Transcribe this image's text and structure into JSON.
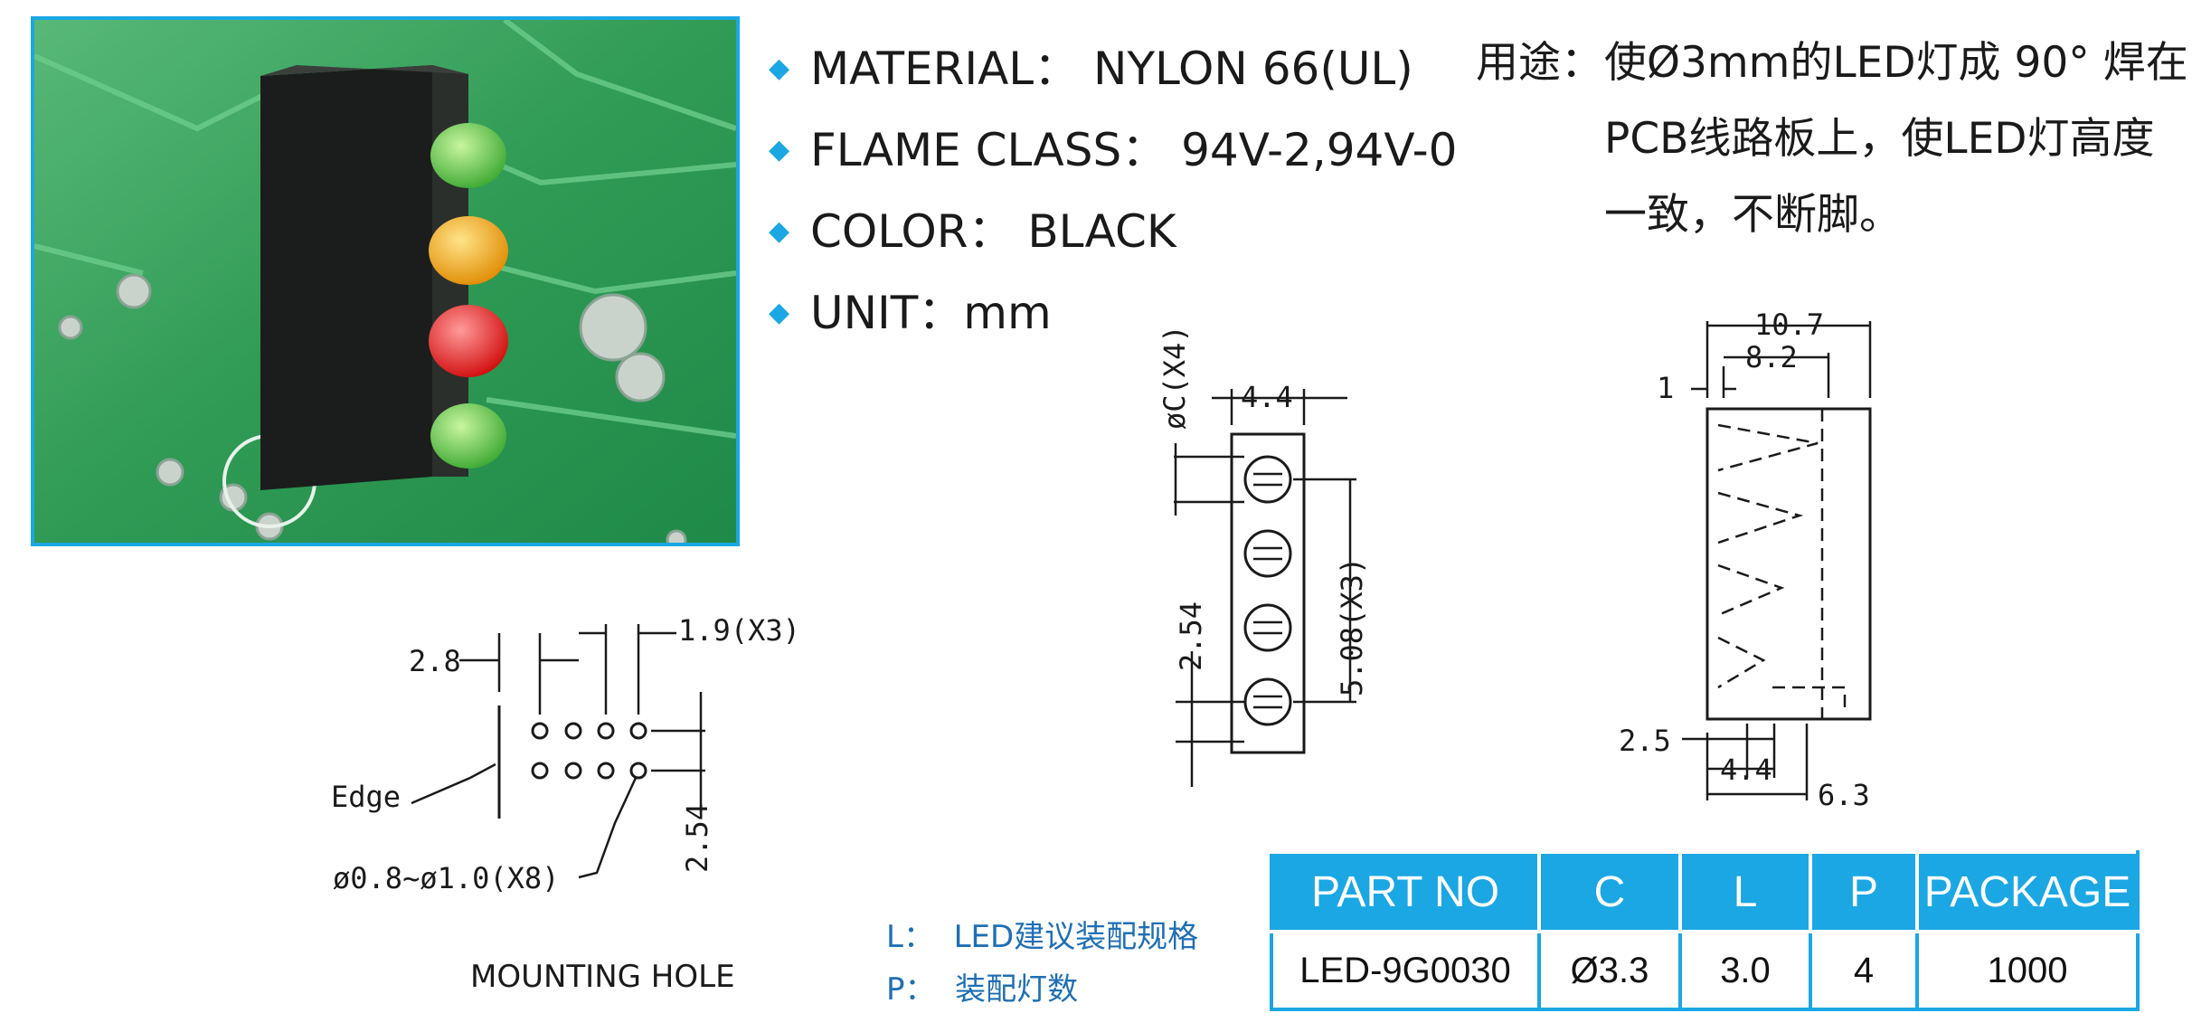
{
  "specs": [
    {
      "label": "MATERIAL： NYLON 66(UL)"
    },
    {
      "label": "FLAME CLASS： 94V-2,94V-0"
    },
    {
      "label": "COLOR： BLACK"
    },
    {
      "label": "UNIT：mm"
    }
  ],
  "usage": {
    "label": "用途：",
    "text": "使Ø3mm的LED灯成 90° 焊在PCB线路板上，使LED灯高度一致，不断脚。"
  },
  "mounting": {
    "dim_28": "2.8",
    "dim_19": "1.9(X3)",
    "edge": "Edge",
    "dim_254": "2.54",
    "hole": "ø0.8~ø1.0(X8)",
    "title": "MOUNTING  HOLE"
  },
  "front_view": {
    "dim_c": "øC(X4)",
    "dim_44": "4.4",
    "dim_254": "2.54",
    "dim_508": "5.08(X3)"
  },
  "side_view": {
    "dim_107": "10.7",
    "dim_82": "8.2",
    "dim_1": "1",
    "dim_25": "2.5",
    "dim_44": "4.4",
    "dim_63": "6.3"
  },
  "legend": [
    {
      "key": "L：",
      "text": "LED建议装配规格"
    },
    {
      "key": "P：",
      "text": "装配灯数"
    }
  ],
  "table": {
    "headers": [
      "PART NO",
      "C",
      "L",
      "P",
      "PACKAGE"
    ],
    "rows": [
      [
        "LED-9G0030",
        "Ø3.3",
        "3.0",
        "4",
        "1000"
      ]
    ]
  },
  "colors": {
    "accent": "#1ba7e3",
    "pcb": "#2e9a50",
    "legend": "#1f6fb5"
  }
}
